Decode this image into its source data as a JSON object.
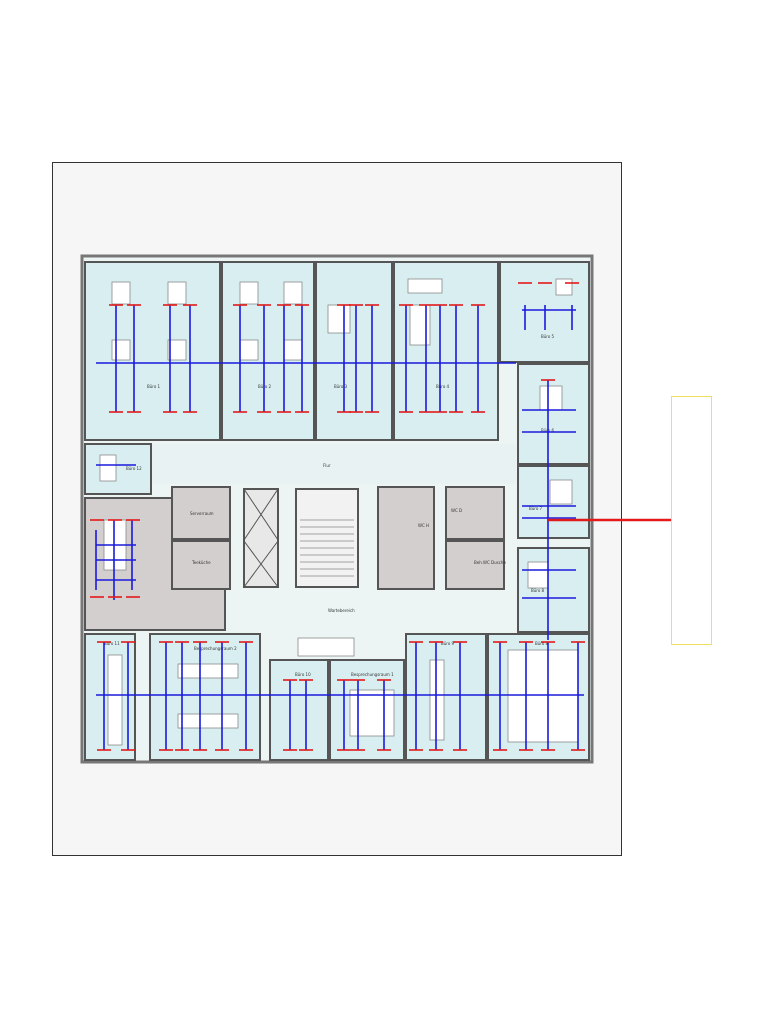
{
  "colors": {
    "room_fill": "#d8eef0",
    "grey_fill": "#d4cfcf",
    "wall": "#555555",
    "annotation_blue": "#1a1adc",
    "annotation_red": "#e21a1a",
    "highlight_yellow": "#f0e060"
  },
  "rooms": {
    "buro1": "Büro 1",
    "buro2": "Büro 2",
    "buro3": "Büro 3",
    "buro4": "Büro 4",
    "buro5": "Büro 5",
    "buro6": "Büro 6",
    "buro7": "Büro 7",
    "buro8": "Büro 8",
    "buro9": "Büro 9",
    "buro10": "Büro 10",
    "buro11": "Büro 11",
    "buro12": "Büro 12",
    "flur": "Flur",
    "serverraum": "Serverraum",
    "teekueche": "Teeküche",
    "wc_h": "WC H",
    "wc_d": "WC D",
    "behinderten_wc": "Beh.WC Dusche",
    "wartebereich": "Wartebereich",
    "besprechung2": "Besprechungsraum 2",
    "besprechung1": "Besprechungsraum 1"
  }
}
